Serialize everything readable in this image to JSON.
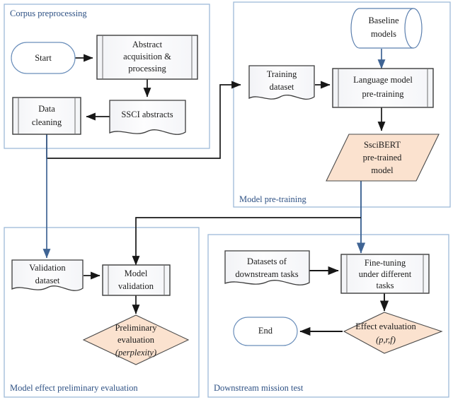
{
  "diagram": {
    "title": "SsciBERT research workflow flowchart",
    "colors": {
      "group_border": "#9db9d8",
      "group_label_text": "#2e5184",
      "node_fill": "#fbfcfd",
      "node_border": "#3c3c3c",
      "highlight_fill": "#fbe2cf",
      "highlight_border": "#4a4a4a",
      "arrow_black": "#171717",
      "arrow_blue": "#3f6494",
      "terminator_border": "#6b8fbb",
      "cylinder_border": "#5b7fae"
    },
    "groups": [
      {
        "id": "corpus",
        "label": "Corpus preprocessing"
      },
      {
        "id": "pretrain",
        "label": "Model pre-training"
      },
      {
        "id": "prelim",
        "label": "Model effect preliminary evaluation"
      },
      {
        "id": "downstream",
        "label": "Downstream mission test"
      }
    ],
    "nodes": [
      {
        "id": "start",
        "shape": "terminator",
        "group": "corpus",
        "lines": [
          "Start"
        ]
      },
      {
        "id": "abstract",
        "shape": "predefined-process",
        "group": "corpus",
        "lines": [
          "Abstract",
          "acquisition &",
          "processing"
        ]
      },
      {
        "id": "ssci",
        "shape": "document",
        "group": "corpus",
        "lines": [
          "SSCI abstracts"
        ]
      },
      {
        "id": "cleaning",
        "shape": "predefined-process",
        "group": "corpus",
        "lines": [
          "Data",
          "cleaning"
        ]
      },
      {
        "id": "baseline",
        "shape": "cylinder",
        "group": "pretrain",
        "lines": [
          "Baseline",
          "models"
        ]
      },
      {
        "id": "training",
        "shape": "document",
        "group": "pretrain",
        "lines": [
          "Training",
          "dataset"
        ]
      },
      {
        "id": "lmpre",
        "shape": "predefined-process",
        "group": "pretrain",
        "lines": [
          "Language model",
          "pre-training"
        ]
      },
      {
        "id": "sscibert",
        "shape": "parallelogram",
        "group": "pretrain",
        "lines": [
          "SsciBERT",
          "pre-trained",
          "model"
        ]
      },
      {
        "id": "validset",
        "shape": "document",
        "group": "prelim",
        "lines": [
          "Validation",
          "dataset"
        ]
      },
      {
        "id": "modelval",
        "shape": "predefined-process",
        "group": "prelim",
        "lines": [
          "Model",
          "validation"
        ]
      },
      {
        "id": "prelimeval",
        "shape": "diamond",
        "group": "prelim",
        "lines": [
          "Preliminary",
          "evaluation",
          "(perplexity)"
        ],
        "italic_lines": [
          2
        ]
      },
      {
        "id": "dsdata",
        "shape": "document",
        "group": "downstream",
        "lines": [
          "Datasets of",
          "downstream tasks"
        ]
      },
      {
        "id": "finetune",
        "shape": "predefined-process",
        "group": "downstream",
        "lines": [
          "Fine-tuning",
          "under different",
          "tasks"
        ]
      },
      {
        "id": "effecteval",
        "shape": "diamond",
        "group": "downstream",
        "lines": [
          "Effect evaluation",
          "(p,r,f)"
        ],
        "italic_lines": [
          1
        ]
      },
      {
        "id": "end",
        "shape": "terminator",
        "group": "downstream",
        "lines": [
          "End"
        ]
      }
    ],
    "edges": [
      {
        "from": "start",
        "to": "abstract",
        "color": "black"
      },
      {
        "from": "abstract",
        "to": "ssci",
        "color": "black"
      },
      {
        "from": "ssci",
        "to": "cleaning",
        "color": "black"
      },
      {
        "from": "cleaning",
        "to": "training",
        "color": "black"
      },
      {
        "from": "cleaning",
        "to": "validset",
        "color": "blue"
      },
      {
        "from": "baseline",
        "to": "lmpre",
        "color": "blue"
      },
      {
        "from": "training",
        "to": "lmpre",
        "color": "black"
      },
      {
        "from": "lmpre",
        "to": "sscibert",
        "color": "black"
      },
      {
        "from": "sscibert",
        "to": "finetune",
        "color": "blue"
      },
      {
        "from": "sscibert",
        "to": "modelval",
        "color": "black"
      },
      {
        "from": "validset",
        "to": "modelval",
        "color": "black"
      },
      {
        "from": "modelval",
        "to": "prelimeval",
        "color": "black"
      },
      {
        "from": "dsdata",
        "to": "finetune",
        "color": "black"
      },
      {
        "from": "finetune",
        "to": "effecteval",
        "color": "black"
      },
      {
        "from": "effecteval",
        "to": "end",
        "color": "black"
      }
    ]
  }
}
